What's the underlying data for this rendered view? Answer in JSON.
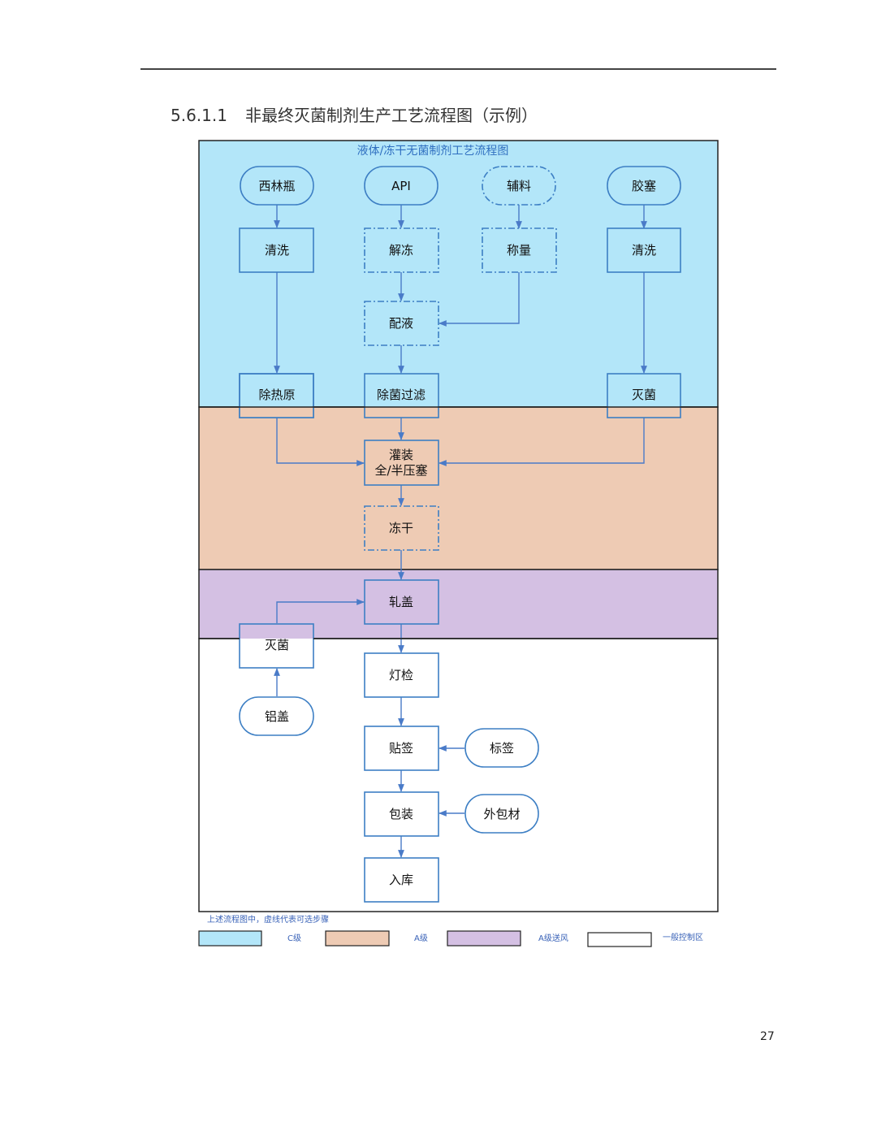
{
  "page": {
    "section_number": "5.6.1.1",
    "section_title": "非最终灭菌制剂生产工艺流程图（示例）",
    "page_number": "27"
  },
  "diagram": {
    "title": "液体/冻干无菌制剂工艺流程图",
    "zones": [
      {
        "id": "c",
        "color": "#b3e6f9"
      },
      {
        "id": "a",
        "color": "#eecbb4"
      },
      {
        "id": "a_air",
        "color": "#d4c0e3"
      },
      {
        "id": "general",
        "color": "#ffffff"
      }
    ],
    "nodes": {
      "xilinping": "西林瓶",
      "api": "API",
      "fuliao": "辅料",
      "jiaosai": "胶塞",
      "qingxi_1": "清洗",
      "jiedong": "解冻",
      "chengliang": "称量",
      "qingxi_2": "清洗",
      "peiye": "配液",
      "churexyuan": "除热原",
      "chujun_guolv": "除菌过滤",
      "miejun_1": "灭菌",
      "guanzhuang_1": "灌装",
      "guanzhuang_2": "全/半压塞",
      "donggan": "冻干",
      "zhagai": "轧盖",
      "miejun_2": "灭菌",
      "lvgai": "铝盖",
      "dengjian": "灯检",
      "tieqian": "贴签",
      "biaoqian": "标签",
      "baozhuang": "包装",
      "waibaocai": "外包材",
      "ruku": "入库"
    },
    "note": "上述流程图中，虚线代表可选步骤",
    "legend": [
      {
        "label": "C级",
        "color": "#b3e6f9"
      },
      {
        "label": "A级",
        "color": "#eecbb4"
      },
      {
        "label": "A级送风",
        "color": "#d4c0e3"
      },
      {
        "label": "一般控制区",
        "color": "#ffffff"
      }
    ],
    "colors": {
      "box_stroke": "#3d7fc4",
      "arrow": "#4a7bc8",
      "zone_border": "#222222"
    }
  }
}
